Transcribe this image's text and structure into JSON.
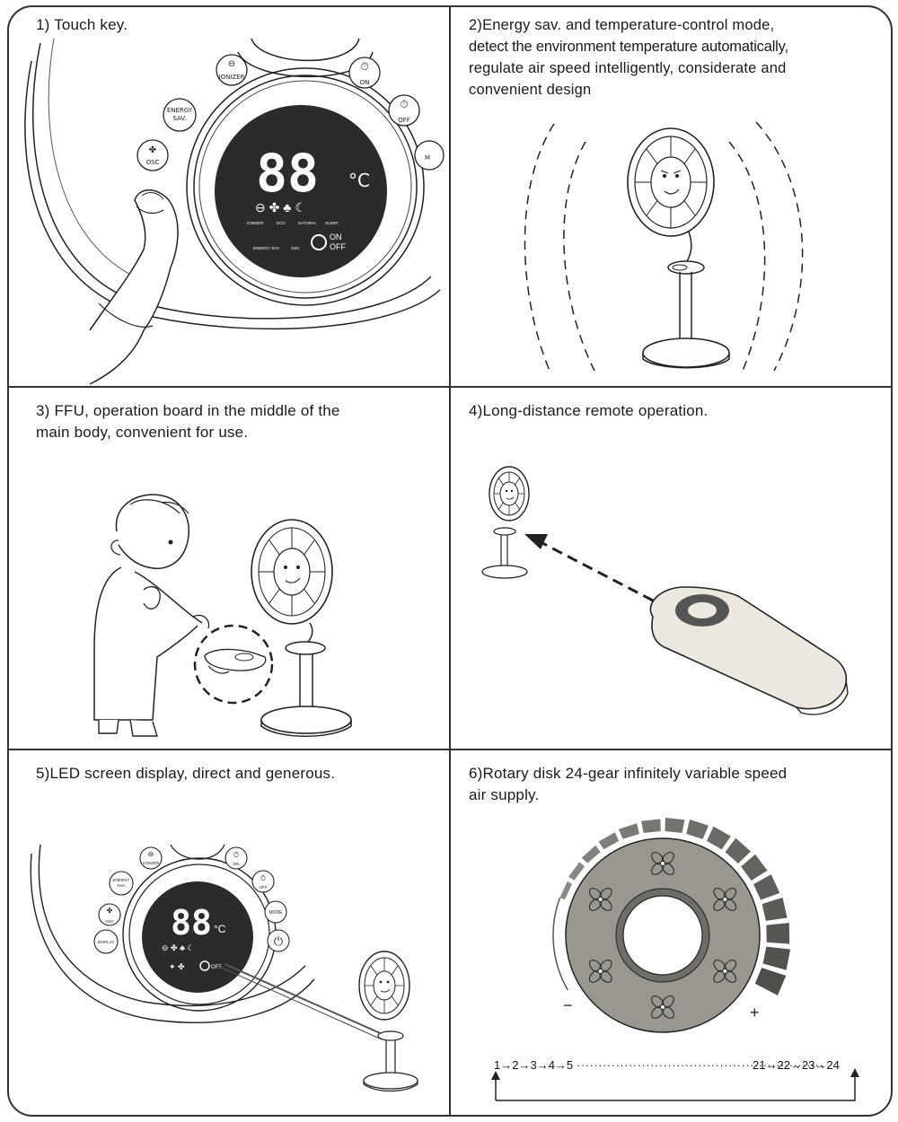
{
  "panels": [
    {
      "caption": "1) Touch key."
    },
    {
      "caption_lines": [
        "2)Energy sav. and temperature-control mode,",
        "detect the environment temperature automatically,",
        "regulate air speed intelligently, considerate and",
        "convenient design"
      ]
    },
    {
      "caption_lines": [
        "3) FFU, operation board in the middle of the",
        "main body, convenient for use."
      ]
    },
    {
      "caption": "4)Long-distance remote operation."
    },
    {
      "caption": "5)LED screen display, direct and generous."
    },
    {
      "caption_lines": [
        "6)Rotary disk 24-gear infinitely variable speed",
        "air supply."
      ]
    }
  ],
  "panel1": {
    "buttons": {
      "ionizer": "IONIZER",
      "on": "ON",
      "off": "OFF",
      "energy_line1": "ENERGY",
      "energy_line2": "SAV.",
      "osc": "OSC",
      "mode_partial": "M"
    },
    "display": {
      "digits": "88",
      "unit": "°C",
      "icons": [
        "IONIZER",
        "ECO",
        "NATURAL",
        "SLEEP"
      ],
      "row2": [
        "ENERGY SAV.",
        "OSC"
      ],
      "timer_on": "ON",
      "timer_off": "OFF"
    }
  },
  "panel5": {
    "buttons": {
      "ionizer": "IONIZER",
      "on": "ON",
      "off": "OFF",
      "energy_line1": "ENERGY",
      "energy_line2": "SAV.",
      "osc": "OSC",
      "mode": "MODE",
      "display": "DISPLAY"
    },
    "display": {
      "digits": "88",
      "unit": "°C",
      "timer_off": "OFF"
    }
  },
  "panel6": {
    "minus": "−",
    "plus": "+",
    "sequence_left": "1→2→3→4→5",
    "sequence_dots": "·························································",
    "sequence_right": "21→22→23→24"
  }
}
